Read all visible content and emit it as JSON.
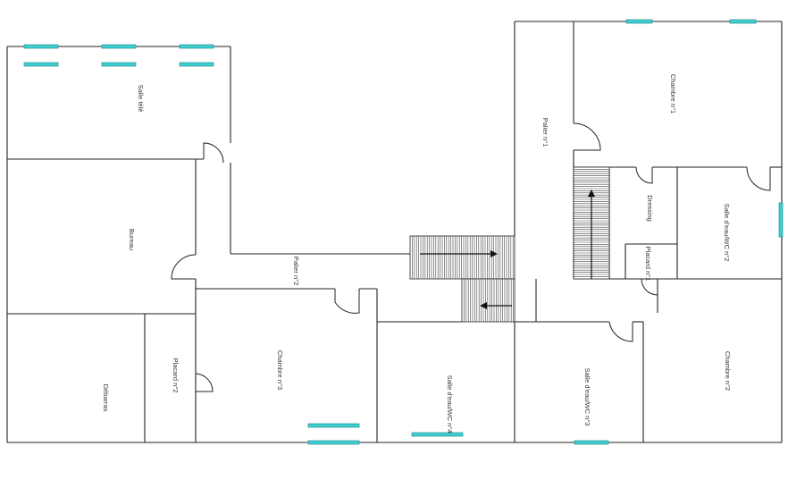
{
  "colors": {
    "wall": "#222222",
    "window": "#3fcfcf",
    "background": "#ffffff"
  },
  "rooms": {
    "salle_tele": "Salle télé",
    "bureau": "Bureau",
    "debarras": "Débarras",
    "placard_2": "Placard n°2",
    "chambre_3": "Chambre n°3",
    "palier_2": "Palier n°2",
    "salle_eau_wc_4": "Salle d'eau/WC n°4",
    "salle_eau_wc_3": "Salle d'eau/WC n°3",
    "palier_1": "Palier n°1",
    "chambre_1": "Chambre n°1",
    "dressing": "Dressing",
    "placard_1": "Placard n°1",
    "salle_eau_wc_2": "Salle d'eau/WC n°2",
    "chambre_2": "Chambre n°2"
  }
}
